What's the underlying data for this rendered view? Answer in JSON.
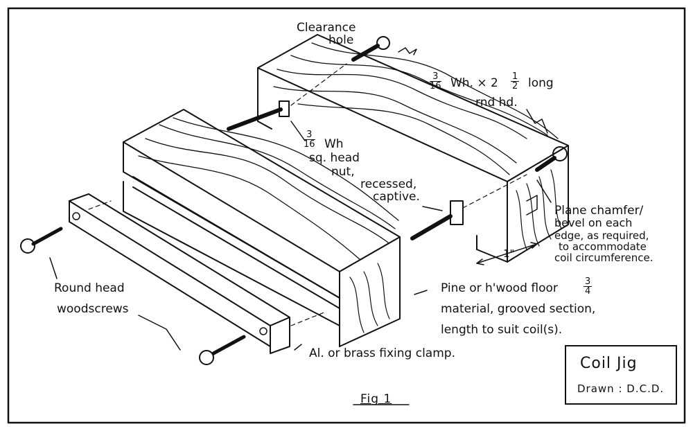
{
  "labels": {
    "clearance_line1": "Clearance",
    "clearance_line2": "hole",
    "screw_spec_frac_num": "3",
    "screw_spec_frac_den": "16",
    "screw_spec_mid": "Wh. × 2",
    "screw_spec_half_num": "1",
    "screw_spec_half_den": "2",
    "screw_spec_end": "long",
    "screw_spec_line2": "rnd hd.",
    "nut_frac_num": "3",
    "nut_frac_den": "16",
    "nut_line1": "Wh",
    "nut_line2": "sq. head",
    "nut_line3": "nut,",
    "nut_line4": "recessed,",
    "nut_line5": "captive.",
    "chamfer_line1": "Plane chamfer/",
    "chamfer_line2": "bevel on each",
    "chamfer_line3": "edge, as required,",
    "chamfer_line4": "to accommodate",
    "chamfer_line5": "coil circumference.",
    "dim_inch": "1\"",
    "floor_line1": "Pine or h'wood floor",
    "floor_frac_num": "3",
    "floor_frac_den": "4",
    "floor_line2": "material, grooved section,",
    "floor_line3": "length to suit coil(s).",
    "woodscrews_line1": "Round head",
    "woodscrews_line2": "woodscrews",
    "clamp_label": "Al. or brass fixing clamp.",
    "figure_caption": "Fig 1"
  },
  "title_block": {
    "title": "Coil Jig",
    "drawn_by": "Drawn : D.C.D."
  },
  "colors": {
    "ink": "#111111",
    "paper": "#ffffff"
  }
}
